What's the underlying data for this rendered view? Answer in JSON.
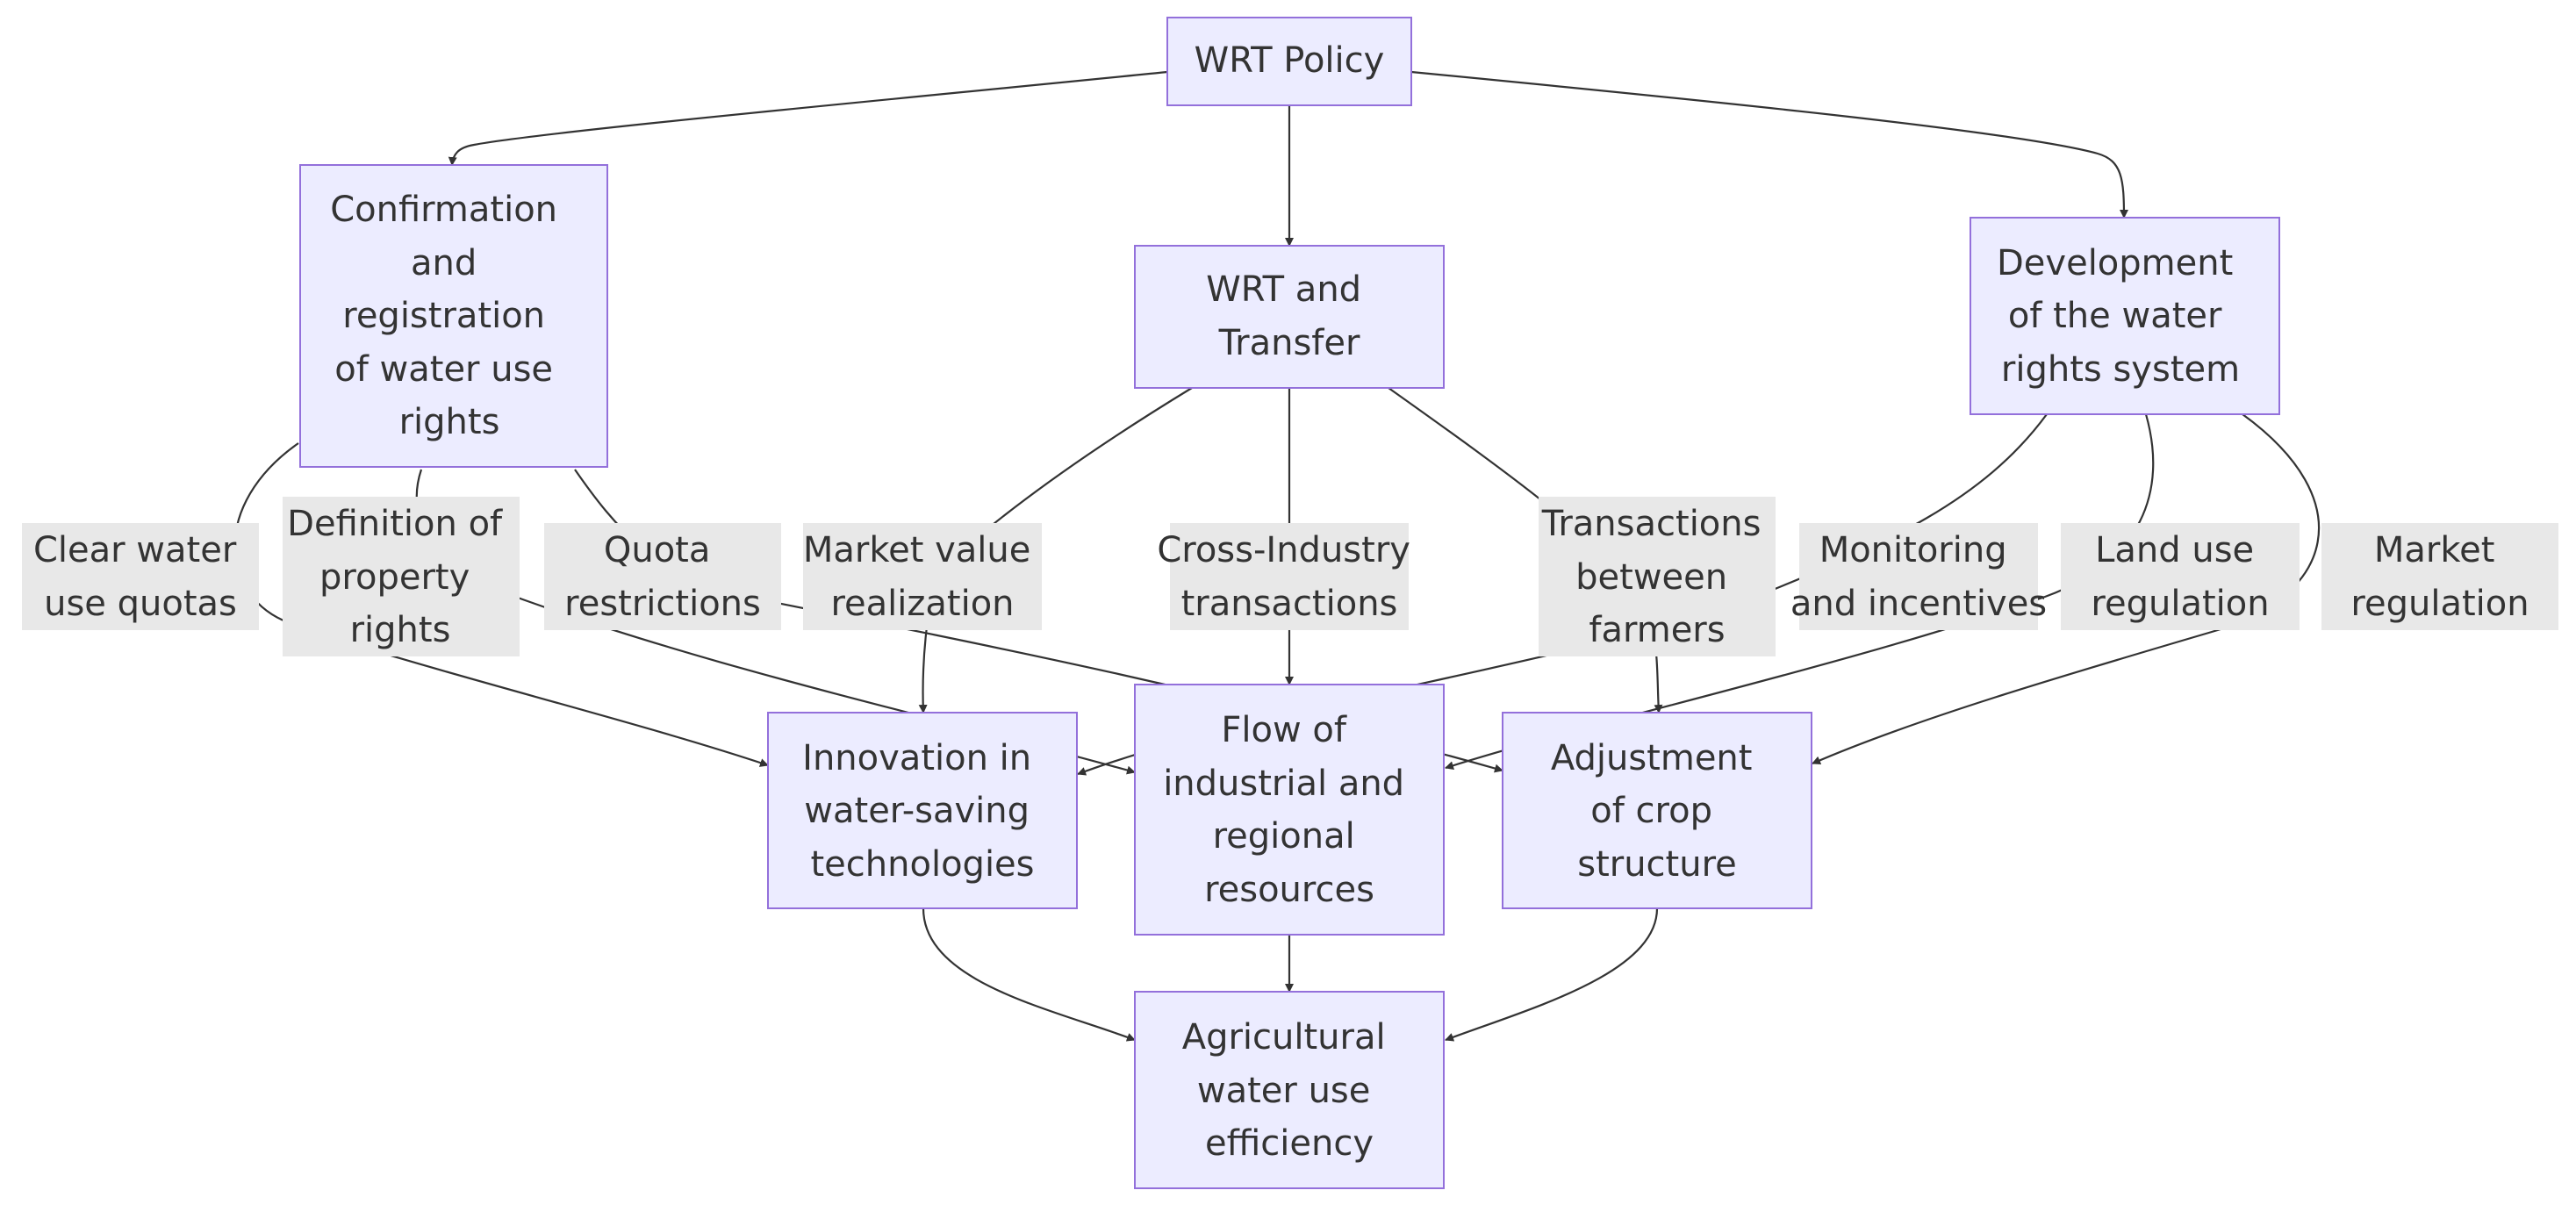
{
  "nodes": {
    "wrt_policy": [
      "WRT Policy"
    ],
    "confirmation": [
      "Confirmation",
      "and",
      "registration",
      "of water use",
      "rights"
    ],
    "wrt_transfer": [
      "WRT and",
      "Transfer"
    ],
    "development": [
      "Development",
      "of the water",
      "rights system"
    ],
    "innovation": [
      "Innovation in",
      "water-saving",
      "technologies"
    ],
    "flow": [
      "Flow of",
      "industrial and",
      "regional",
      "resources"
    ],
    "adjustment": [
      "Adjustment",
      "of crop",
      "structure"
    ],
    "efficiency": [
      "Agricultural",
      "water use",
      "efficiency"
    ]
  },
  "edge_labels": {
    "clear_quotas": [
      "Clear water",
      "use quotas"
    ],
    "definition_property": [
      "Definition of",
      "property",
      "rights"
    ],
    "quota_restrictions": [
      "Quota",
      "restrictions"
    ],
    "market_value": [
      "Market value",
      "realization"
    ],
    "cross_industry": [
      "Cross-Industry",
      "transactions"
    ],
    "between_farmers": [
      "Transactions",
      "between",
      "farmers"
    ],
    "monitoring": [
      "Monitoring",
      "and incentives"
    ],
    "land_use": [
      "Land use",
      "regulation"
    ],
    "market_regulation": [
      "Market",
      "regulation"
    ]
  }
}
